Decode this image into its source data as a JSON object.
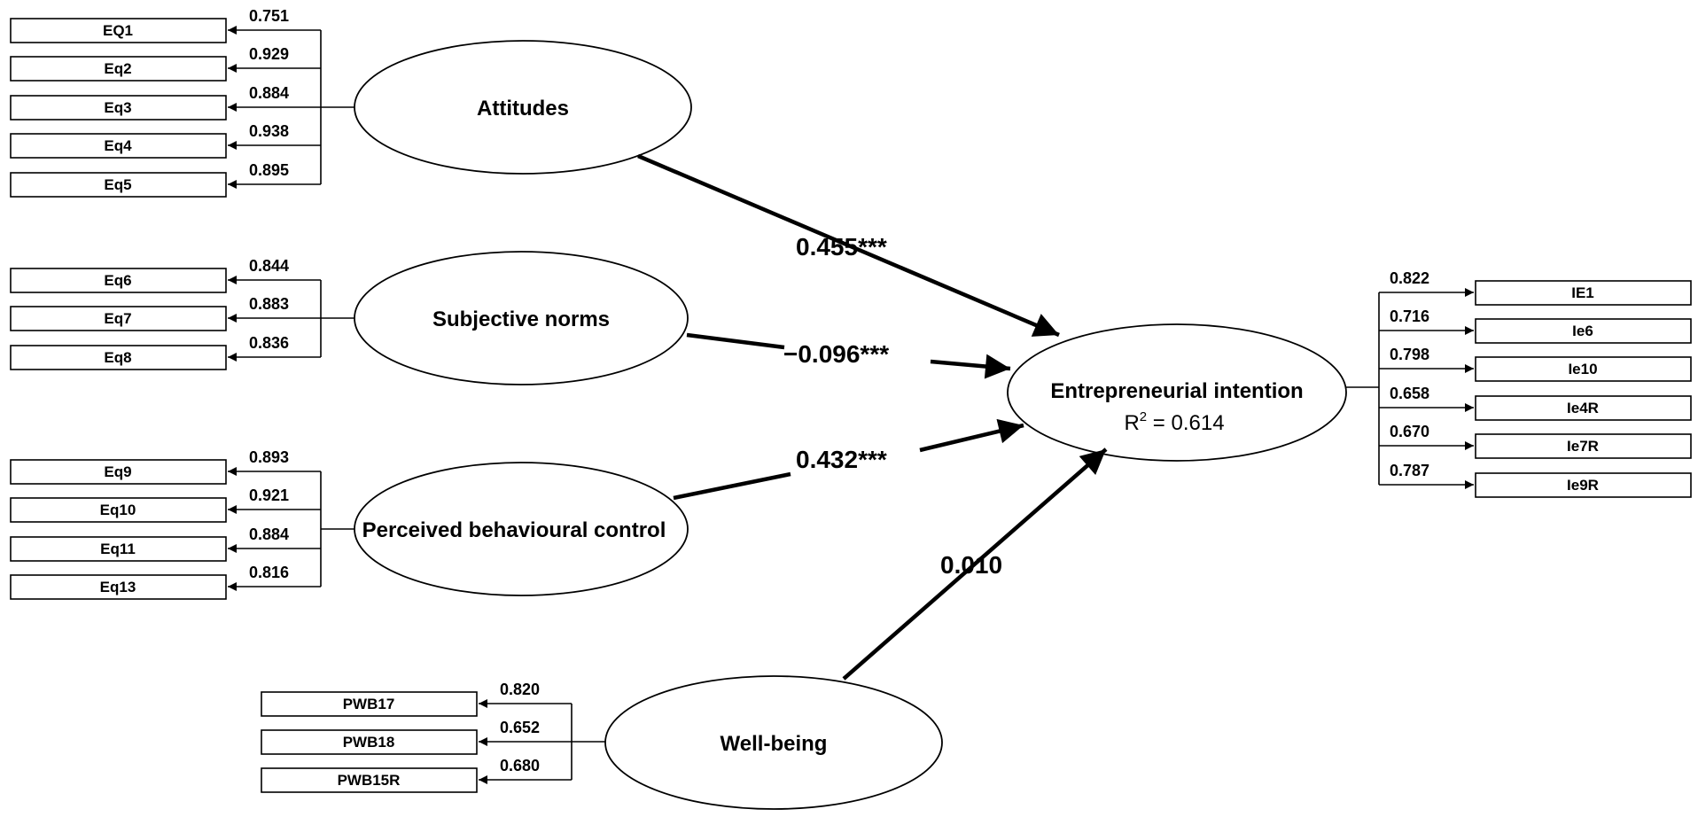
{
  "constructs": {
    "attitudes": "Attitudes",
    "subjective_norms": "Subjective norms",
    "pbc": "Perceived behavioural control",
    "well_being": "Well-being",
    "ei": "Entrepreneurial intention",
    "ei_r2_label": "R",
    "ei_r2_sup": "2",
    "ei_r2_value": " = 0.614"
  },
  "indicators": {
    "attitudes": [
      {
        "label": "EQ1",
        "loading": "0.751"
      },
      {
        "label": "Eq2",
        "loading": "0.929"
      },
      {
        "label": "Eq3",
        "loading": "0.884"
      },
      {
        "label": "Eq4",
        "loading": "0.938"
      },
      {
        "label": "Eq5",
        "loading": "0.895"
      }
    ],
    "subjective_norms": [
      {
        "label": "Eq6",
        "loading": "0.844"
      },
      {
        "label": "Eq7",
        "loading": "0.883"
      },
      {
        "label": "Eq8",
        "loading": "0.836"
      }
    ],
    "pbc": [
      {
        "label": "Eq9",
        "loading": "0.893"
      },
      {
        "label": "Eq10",
        "loading": "0.921"
      },
      {
        "label": "Eq11",
        "loading": "0.884"
      },
      {
        "label": "Eq13",
        "loading": "0.816"
      }
    ],
    "well_being": [
      {
        "label": "PWB17",
        "loading": "0.820"
      },
      {
        "label": "PWB18",
        "loading": "0.652"
      },
      {
        "label": "PWB15R",
        "loading": "0.680"
      }
    ],
    "ei": [
      {
        "label": "IE1",
        "loading": "0.822"
      },
      {
        "label": "Ie6",
        "loading": "0.716"
      },
      {
        "label": "Ie10",
        "loading": "0.798"
      },
      {
        "label": "Ie4R",
        "loading": "0.658"
      },
      {
        "label": "Ie7R",
        "loading": "0.670"
      },
      {
        "label": "Ie9R",
        "loading": "0.787"
      }
    ]
  },
  "paths": {
    "attitudes_ei": "0.455***",
    "sn_ei": "−0.096***",
    "pbc_ei": "0.432***",
    "wb_ei": "0.010"
  }
}
